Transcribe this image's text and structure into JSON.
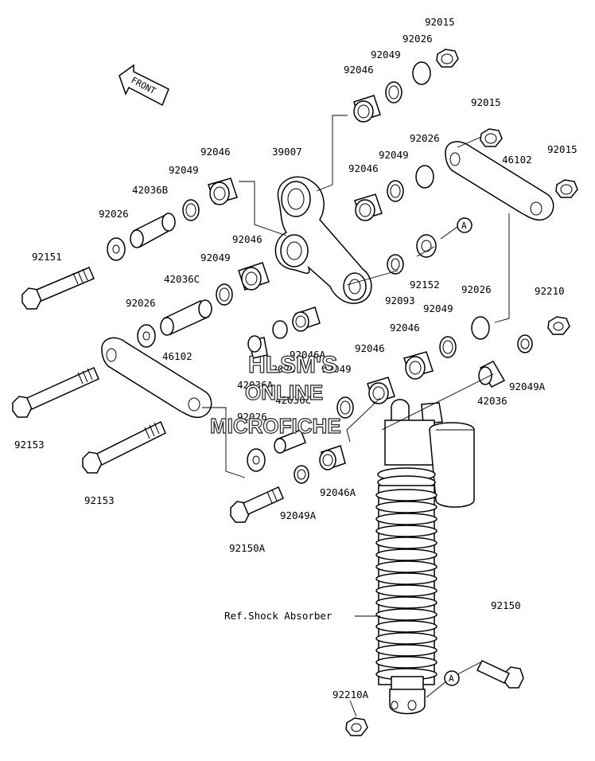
{
  "front_label": "FRONT",
  "ref_marker": "A",
  "ref_label": "Ref.Shock Absorber",
  "watermark": [
    "HLSM'S",
    "ONLINE",
    "MICROFICHE"
  ],
  "parts": [
    "92015",
    "92026",
    "92049",
    "92046",
    "92015",
    "92026",
    "92049",
    "92046",
    "92015",
    "46102",
    "39007",
    "92046",
    "92049",
    "42036B",
    "92026",
    "92151",
    "92046",
    "92049",
    "42036C",
    "92026",
    "92152",
    "92093",
    "92026",
    "92210",
    "92049",
    "92046",
    "92046A",
    "42036A",
    "92026",
    "92049",
    "46102",
    "92046",
    "42036C",
    "92049A",
    "42036",
    "92026",
    "92153",
    "92153",
    "92049A",
    "92046A",
    "92150A",
    "92150",
    "92210A"
  ]
}
